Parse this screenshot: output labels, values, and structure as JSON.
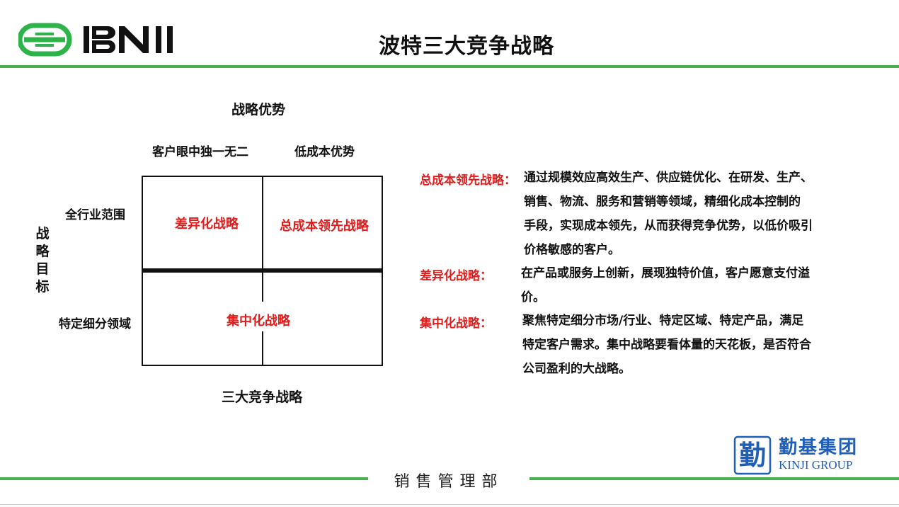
{
  "header": {
    "title": "波特三大竞争战略"
  },
  "diagram": {
    "axis_top": "战略优势",
    "columns": [
      "客户眼中独一无二",
      "低成本优势"
    ],
    "axis_left": [
      "战",
      "略",
      "目",
      "标"
    ],
    "rows": [
      "全行业范围",
      "特定细分领域"
    ],
    "cells": {
      "top_left": "差异化战略",
      "top_right": "总成本领先战略",
      "bottom": "集中化战略"
    },
    "axis_bottom": "三大竞争战略"
  },
  "strategies": [
    {
      "term": "总成本领先战略：",
      "lines": [
        "通过规模效应高效生产、供应链优化、在研发、生产、",
        "销售、物流、服务和营销等领域，精细化成本控制的",
        "手段，实现成本领先，从而获得竞争优势，以低价吸引",
        "价格敏感的客户。"
      ]
    },
    {
      "term": "差异化战略：",
      "lines": [
        "在产品或服务上创新，展现独特价值，客户愿意支付溢",
        "价。"
      ]
    },
    {
      "term": "集中化战略：",
      "lines": [
        "聚焦特定细分市场/行业、特定区域、特定产品，满足",
        "特定客户需求。集中战略要看体量的天花板，是否符合",
        "公司盈利的大战略。"
      ]
    }
  ],
  "footer": {
    "department": "销售管理部",
    "company_cn": "勤基集团",
    "company_en": "KINJI GROUP",
    "seal_char": "勤"
  },
  "colors": {
    "brand_green": "#4caf50",
    "logo_green": "#2db34a",
    "highlight_red": "#e31b1b",
    "company_blue": "#1f5fb8"
  }
}
